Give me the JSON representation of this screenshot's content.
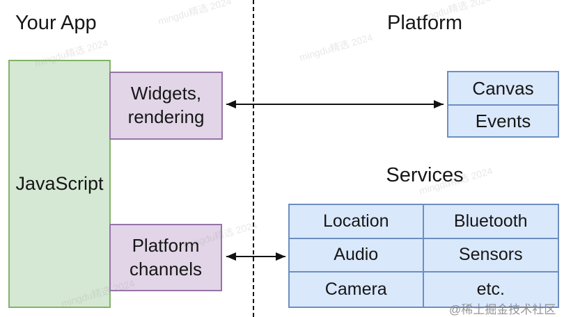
{
  "left_panel": {
    "title": "Your App",
    "javascript_box_label": "JavaScript",
    "widgets_box_label": "Widgets,\nrendering",
    "channels_box_label": "Platform\nchannels"
  },
  "right_panel": {
    "title": "Platform",
    "canvas_events_rows": [
      "Canvas",
      "Events"
    ],
    "services_title": "Services",
    "services_cells": [
      "Location",
      "Bluetooth",
      "Audio",
      "Sensors",
      "Camera",
      "etc."
    ]
  },
  "connections": [
    {
      "from": "Widgets, rendering",
      "to": "Canvas / Events",
      "type": "bidirectional-arrow"
    },
    {
      "from": "Platform channels",
      "to": "Services table",
      "type": "bidirectional-arrow"
    }
  ],
  "watermarks": {
    "diagonal_text": "mingdu精选 2024",
    "credit_text": "@稀土掘金技术社区"
  },
  "colors": {
    "green_fill": "#d5e8d4",
    "green_border": "#82b366",
    "purple_fill": "#e1d5e7",
    "purple_border": "#9673a6",
    "blue_fill": "#dae8fc",
    "blue_border": "#6c8ebf",
    "arrow": "#111111",
    "text": "#161616"
  }
}
